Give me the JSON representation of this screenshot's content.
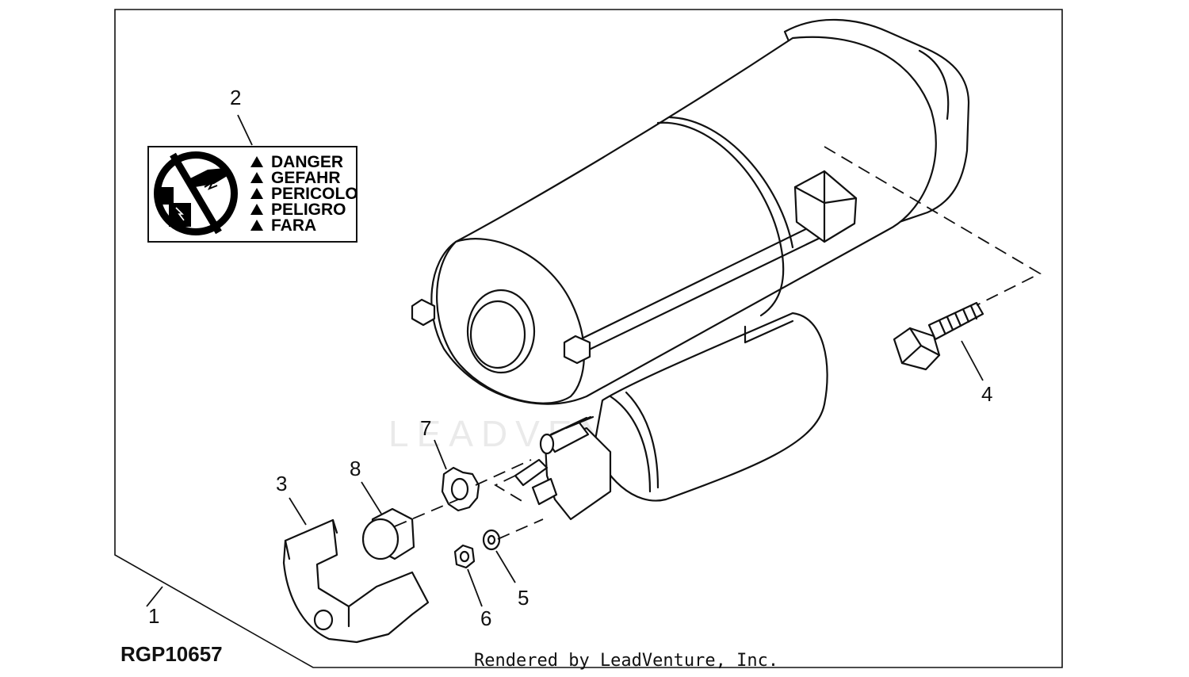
{
  "figure_id": "RGP10657",
  "credit": "Rendered by LeadVenture, Inc.",
  "watermark": "LEADVENTURE",
  "callouts": {
    "c1": "1",
    "c2": "2",
    "c3": "3",
    "c4": "4",
    "c5": "5",
    "c6": "6",
    "c7": "7",
    "c8": "8"
  },
  "warning_label": {
    "lines": [
      "DANGER",
      "GEFAHR",
      "PERICOLO",
      "PELIGRO",
      "FARA"
    ]
  },
  "icons": {
    "warning": "warning-triangle-icon",
    "prohibition": "no-jump-start-prohibition-icon"
  }
}
